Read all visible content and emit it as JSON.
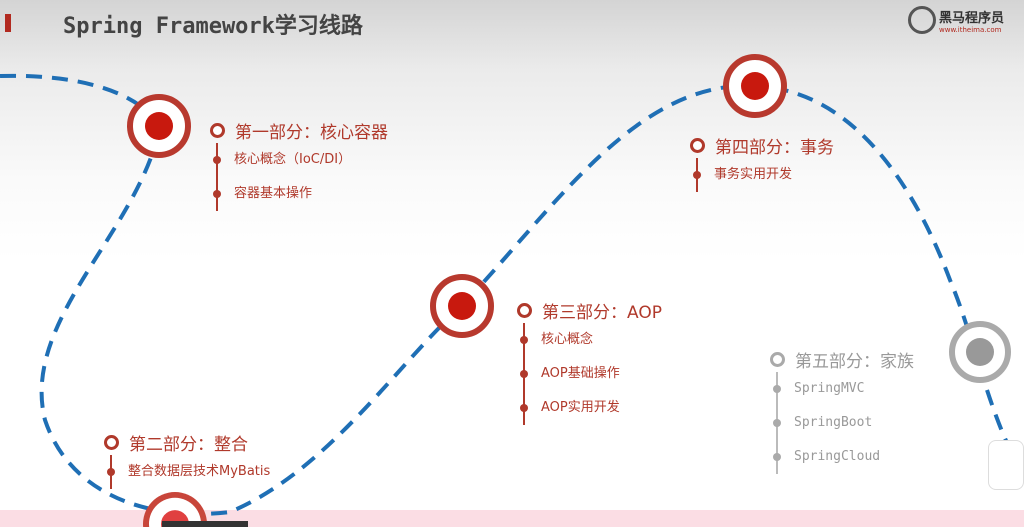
{
  "header": {
    "title": "Spring Framework学习线路",
    "logo_name": "黑马程序员",
    "logo_url_text": "www.itheima.com"
  },
  "colors": {
    "accent": "#b0392b",
    "path": "#1f6fb5",
    "inactive": "#999999"
  },
  "sections": [
    {
      "title": "第一部分：核心容器",
      "items": [
        "核心概念（IoC/DI）",
        "容器基本操作"
      ]
    },
    {
      "title": "第二部分：整合",
      "items": [
        "整合数据层技术MyBatis"
      ]
    },
    {
      "title": "第三部分：AOP",
      "items": [
        "核心概念",
        "AOP基础操作",
        "AOP实用开发"
      ]
    },
    {
      "title": "第四部分：事务",
      "items": [
        "事务实用开发"
      ]
    },
    {
      "title": "第五部分：家族",
      "items": [
        "SpringMVC",
        "SpringBoot",
        "SpringCloud"
      ]
    }
  ]
}
